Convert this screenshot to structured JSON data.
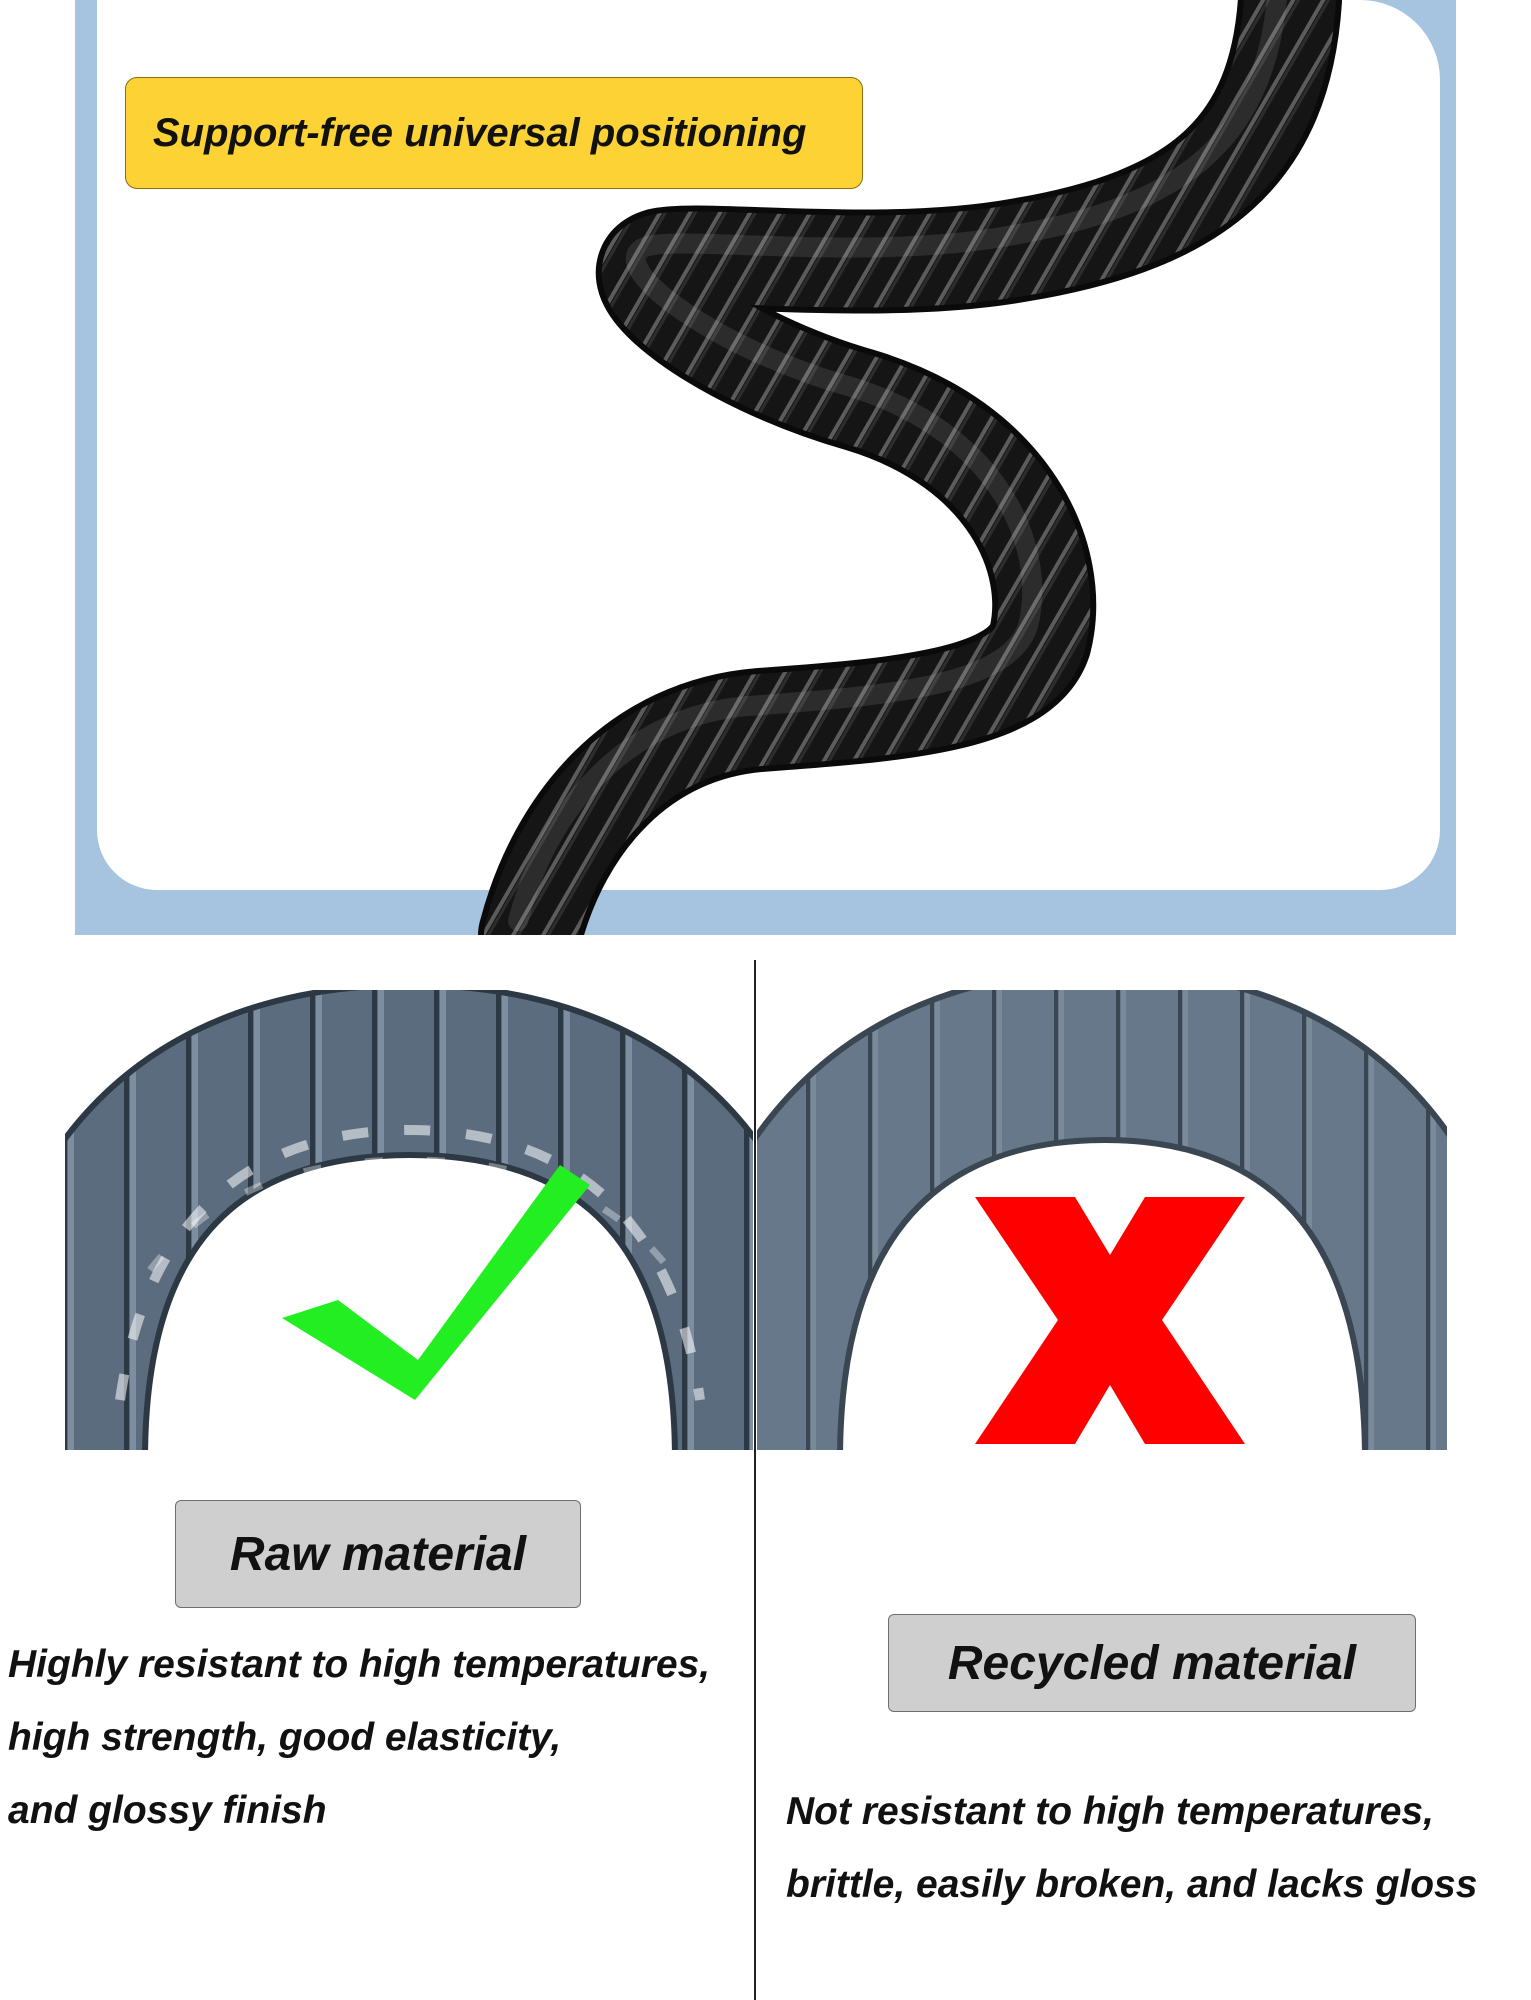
{
  "top_panel": {
    "tag": "Support-free universal positioning"
  },
  "comparison": {
    "raw": {
      "label": "Raw material",
      "mark": "check-icon",
      "mark_color": "#22ee22",
      "description_lines": [
        "Highly resistant to high temperatures,",
        "high strength, good elasticity,",
        "and glossy finish"
      ]
    },
    "recycled": {
      "label": "Recycled material",
      "mark": "cross-icon",
      "mark_color": "#ff0000",
      "description_lines": [
        "Not resistant to high temperatures,",
        "brittle, easily broken, and lacks gloss"
      ]
    }
  },
  "colors": {
    "frame_blue": "#a6c4df",
    "tag_yellow": "#fcd234",
    "label_gray": "#cfcfcf",
    "hose_black": "#141414",
    "hose_gray": "#5a6c7e"
  }
}
